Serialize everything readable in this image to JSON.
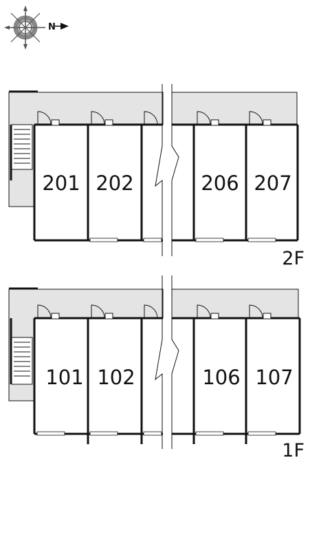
{
  "compass": {
    "label": "N",
    "icon": "compass-rose-icon"
  },
  "floors": [
    {
      "id": "2f",
      "label": "2F",
      "rooms": [
        "201",
        "202",
        "206",
        "207"
      ]
    },
    {
      "id": "1f",
      "label": "1F",
      "rooms": [
        "101",
        "102",
        "106",
        "107"
      ]
    }
  ],
  "colors": {
    "corridor": "#e4e4e4",
    "wall": "#111111",
    "background": "#ffffff"
  }
}
